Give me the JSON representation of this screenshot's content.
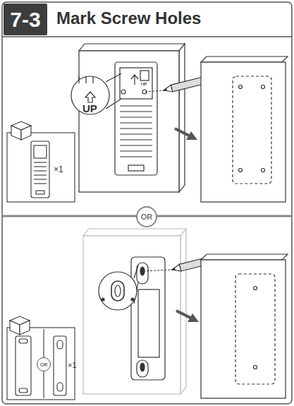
{
  "diagram": {
    "title": "Mark Screw Holes",
    "nodes": [
      {
        "text": [
          "7-3"
        ]
      },
      {
        "text": [
          "OR"
        ]
      },
      {
        "text": [
          "OR"
        ]
      }
    ],
    "labels": [
      "UP",
      "UP",
      "×1",
      "×1"
    ]
  }
}
